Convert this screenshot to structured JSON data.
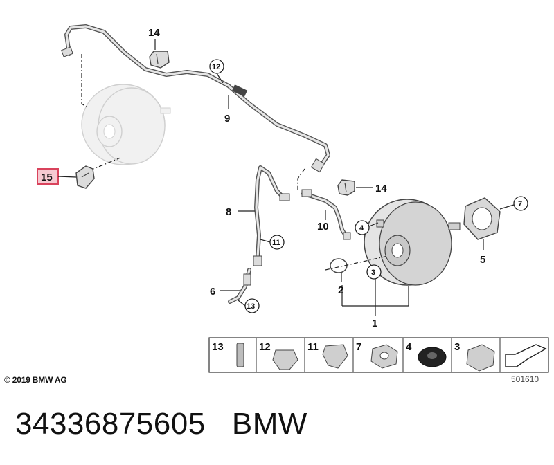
{
  "callouts": {
    "c1": "1",
    "c2": "2",
    "c3": "3",
    "c4": "4",
    "c5": "5",
    "c6": "6",
    "c7": "7",
    "c8": "8",
    "c9": "9",
    "c10": "10",
    "c11": "11",
    "c12": "12",
    "c13": "13",
    "c14a": "14",
    "c14b": "14",
    "c15": "15"
  },
  "legend": {
    "items": [
      "13",
      "12",
      "11",
      "7",
      "4",
      "3"
    ]
  },
  "copyright": "© 2019 BMW AG",
  "diagram_number": "501610",
  "footer": {
    "part_number": "34336875605",
    "brand": "BMW"
  },
  "colors": {
    "highlight_border": "#d9435c",
    "highlight_fill": "#f6c9d1",
    "line": "#222222",
    "part_fill": "#dcdcdc",
    "ghost_fill": "#f1f1f1"
  }
}
